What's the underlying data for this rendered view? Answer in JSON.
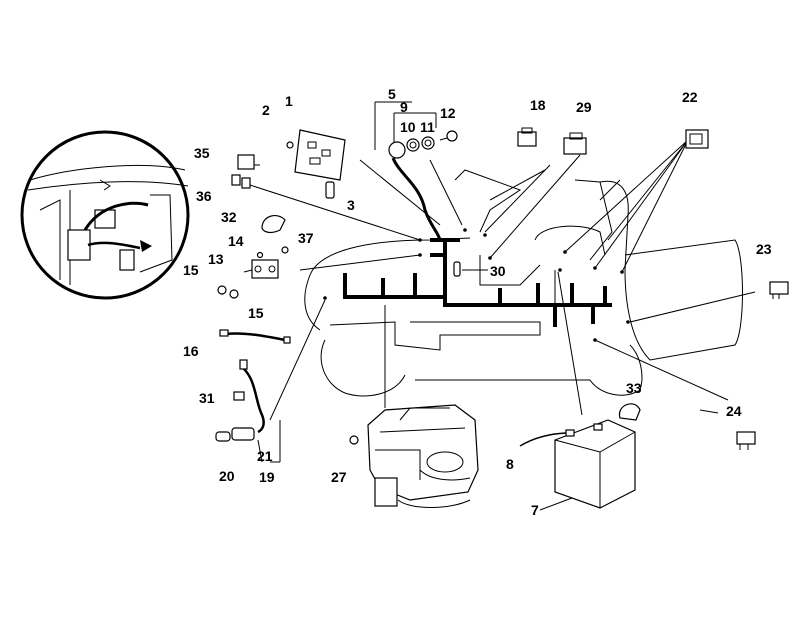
{
  "diagram": {
    "labels": {
      "l1": "1",
      "l2": "2",
      "l3": "3",
      "l5": "5",
      "l7": "7",
      "l8": "8",
      "l9": "9",
      "l10": "10",
      "l11": "11",
      "l12": "12",
      "l13": "13",
      "l14": "14",
      "l15a": "15",
      "l15b": "15",
      "l16": "16",
      "l18": "18",
      "l19": "19",
      "l20": "20",
      "l21": "21",
      "l22": "22",
      "l23": "23",
      "l24": "24",
      "l27": "27",
      "l29": "29",
      "l30": "30",
      "l31": "31",
      "l32": "32",
      "l33": "33",
      "l35": "35",
      "l36": "36",
      "l37": "37"
    }
  }
}
